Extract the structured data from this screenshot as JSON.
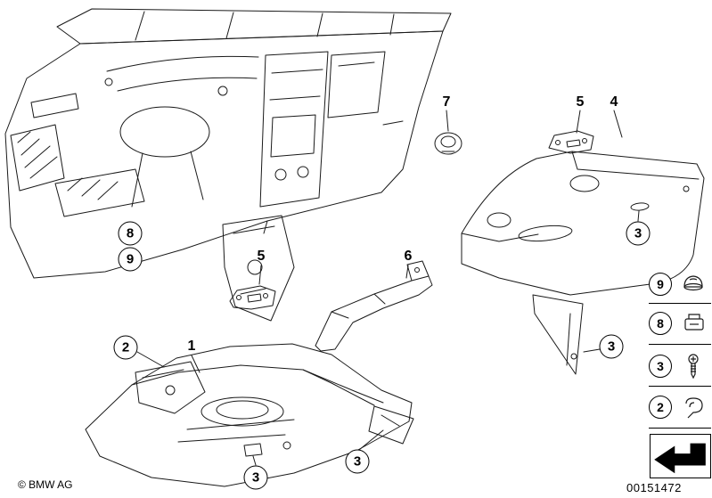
{
  "footer": {
    "copyright": "© BMW AG",
    "part_number": "00151472"
  },
  "callouts": [
    {
      "label": "7",
      "shape": "plain"
    },
    {
      "label": "5",
      "shape": "plain"
    },
    {
      "label": "4",
      "shape": "plain"
    },
    {
      "label": "3",
      "shape": "circle"
    },
    {
      "label": "8",
      "shape": "circle"
    },
    {
      "label": "9",
      "shape": "circle"
    },
    {
      "label": "5",
      "shape": "plain"
    },
    {
      "label": "6",
      "shape": "plain"
    },
    {
      "label": "2",
      "shape": "circle"
    },
    {
      "label": "1",
      "shape": "plain"
    },
    {
      "label": "3",
      "shape": "circle"
    },
    {
      "label": "3",
      "shape": "circle"
    },
    {
      "label": "3",
      "shape": "circle"
    }
  ],
  "legend": {
    "items": [
      {
        "label": "9",
        "icon": "cap-icon"
      },
      {
        "label": "8",
        "icon": "clip-icon"
      },
      {
        "label": "3",
        "icon": "screw-icon"
      },
      {
        "label": "2",
        "icon": "spring-clip-icon"
      }
    ],
    "direction_icon": "front-direction-arrow"
  },
  "colors": {
    "line": "#1a1a1a",
    "background": "#ffffff"
  }
}
